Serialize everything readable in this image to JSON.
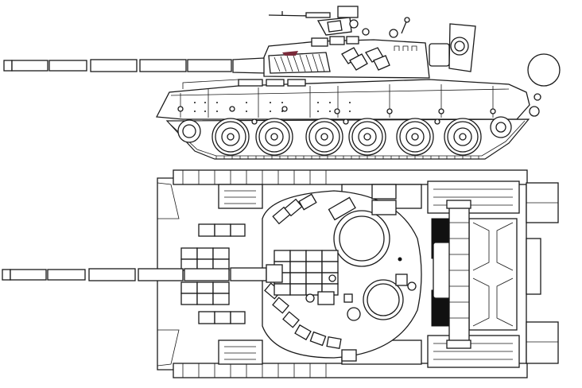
{
  "figure": {
    "subject": "Main battle tank technical line drawing",
    "views": [
      {
        "id": "side",
        "label": "Side elevation"
      },
      {
        "id": "top",
        "label": "Top plan view"
      }
    ],
    "road_wheels_per_side": 6,
    "colors": {
      "background": "#ffffff",
      "line": "#1a1a1a",
      "accent_shading": "#111111",
      "highlight": "#7a2a3a"
    }
  }
}
